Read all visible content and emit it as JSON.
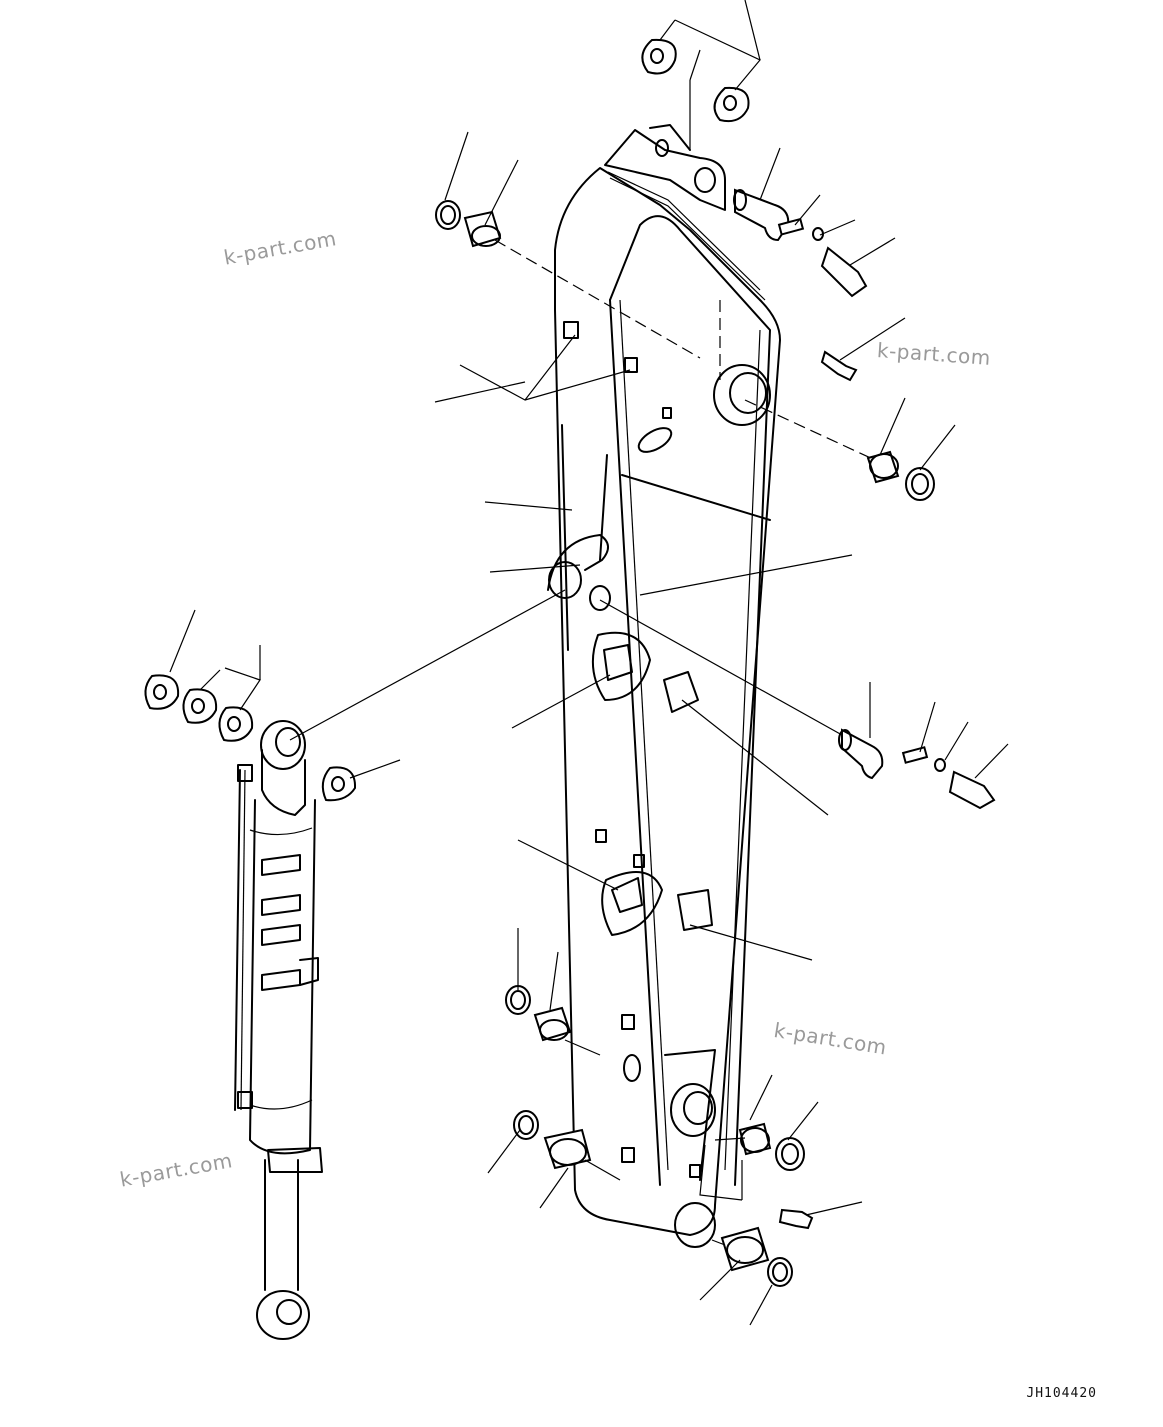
{
  "diagram": {
    "type": "exploded-parts-view",
    "drawing_code": "JH104420",
    "watermarks": [
      "k-part.com",
      "k-part.com",
      "k-part.com",
      "k-part.com"
    ]
  },
  "colors": {
    "line": "#000000",
    "background": "#ffffff",
    "watermark": "#9a9a9a"
  },
  "icons": [
    "boom-arm-drawing",
    "hydraulic-cylinder-drawing",
    "bushing-icon",
    "pin-icon",
    "bolt-icon",
    "washer-icon",
    "grease-fitting-icon",
    "shim-icon"
  ]
}
